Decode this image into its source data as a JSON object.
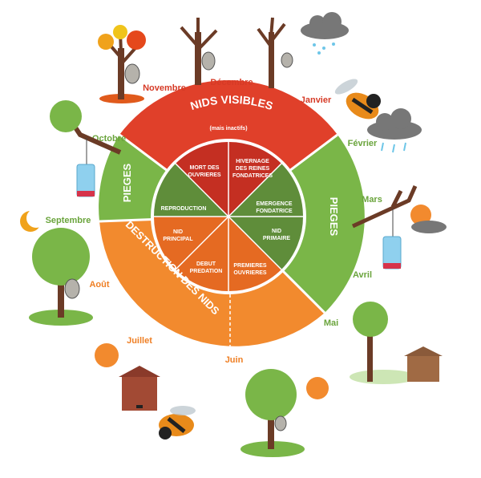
{
  "colors": {
    "red": "#e0402a",
    "red_dark": "#c42f22",
    "green": "#7ab648",
    "green_dark": "#5f8d3a",
    "orange": "#f28a2e",
    "orange_dark": "#e56a22",
    "month_red": "#d63a26",
    "month_green": "#6aa43c",
    "month_orange": "#ef7f24"
  },
  "months": {
    "janvier": "Janvier",
    "fevrier": "Février",
    "mars": "Mars",
    "avril": "Avril",
    "mai": "Mai",
    "juin": "Juin",
    "juillet": "Juillet",
    "aout": "Août",
    "septembre": "Septembre",
    "octobre": "Octobre",
    "novembre": "Novembre",
    "decembre": "Décembre"
  },
  "ring": {
    "top_title": "NIDS VISIBLES",
    "top_subtitle": "(mais inactifs)",
    "right": "PIEGES",
    "left": "PIEGES",
    "bottom": "DESTRUCTION DES NIDS"
  },
  "segments": {
    "mort_1": "MORT DES",
    "mort_2": "OUVRIERES",
    "hiver_1": "HIVERNAGE",
    "hiver_2": "DES REINES",
    "hiver_3": "FONDATRICES",
    "emerg_1": "EMERGENCE",
    "emerg_2": "FONDATRICE",
    "primaire_1": "NID",
    "primaire_2": "PRIMAIRE",
    "premieres_1": "PREMIERES",
    "premieres_2": "OUVRIERES",
    "debut_1": "DEBUT",
    "debut_2": "PREDATION",
    "principal_1": "NID",
    "principal_2": "PRINCIPAL",
    "repro": "REPRODUCTION"
  },
  "icons": [
    "tree-icon",
    "nest-icon",
    "hornet-icon",
    "trap-icon",
    "cloud-icon",
    "sun-icon",
    "moon-icon",
    "hive-icon",
    "shed-icon"
  ]
}
